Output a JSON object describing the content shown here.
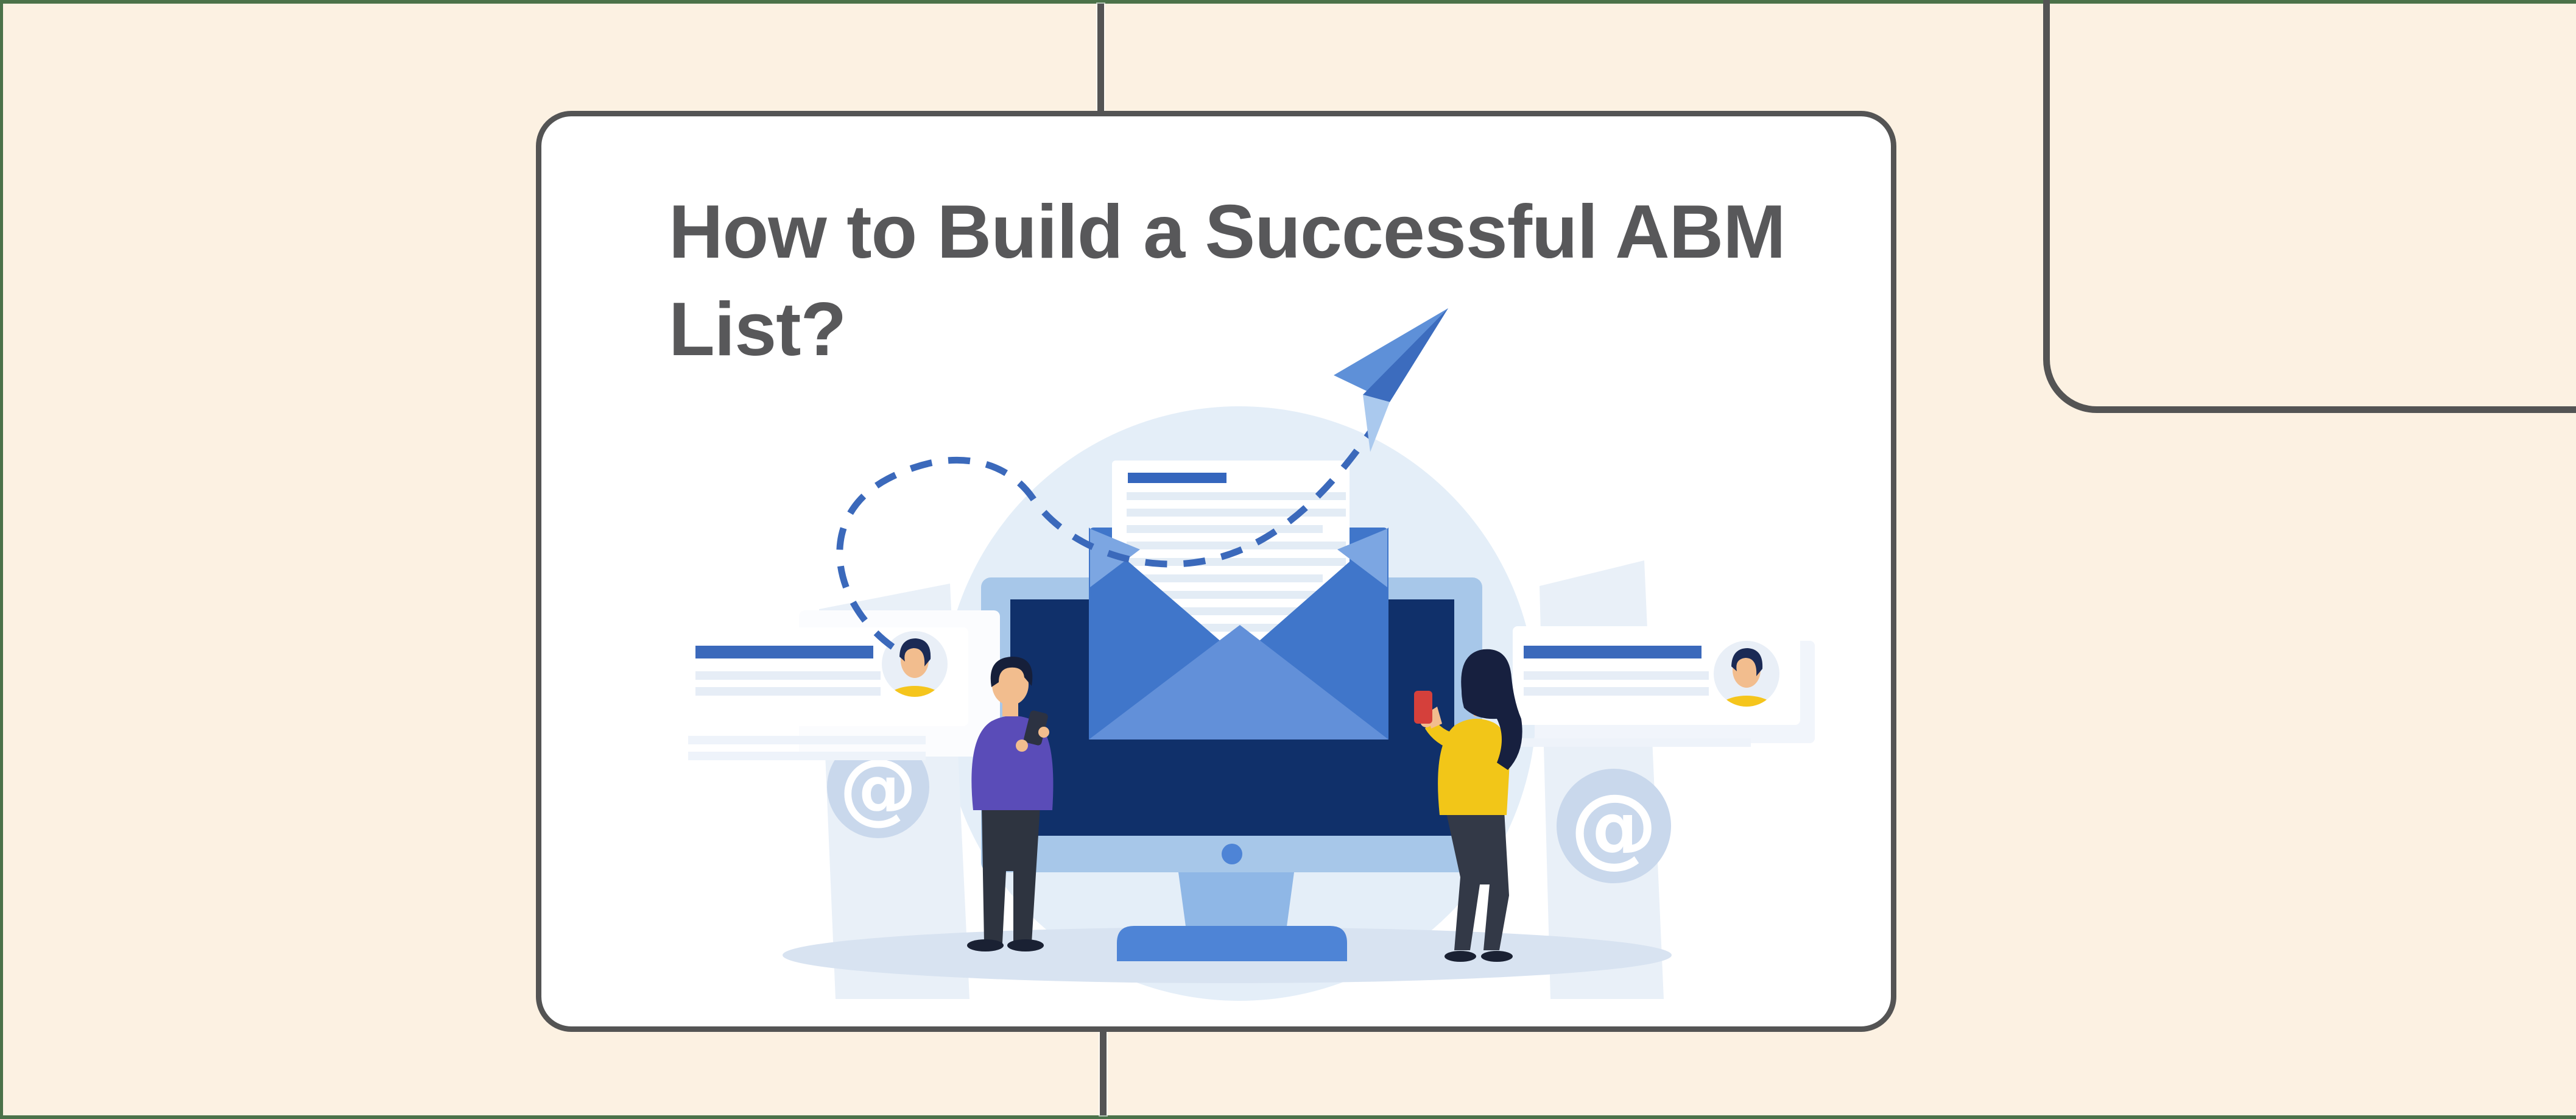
{
  "canvas": {
    "background": "#fcf1e2",
    "frame_border_color": "#4b7249",
    "connector_color": "#545454"
  },
  "card": {
    "title": "How to Build a Successful ABM List?",
    "title_line1": "How to Build a Successful ABM",
    "title_line2": "List?",
    "title_color": "#58585a",
    "background": "#ffffff",
    "border_color": "#545454"
  },
  "illustration": {
    "at_symbol": "@",
    "palette": {
      "background_circle": "#e4eef8",
      "ground_shadow": "#d8e3f1",
      "monitor_frame": "#a7c7e9",
      "monitor_screen": "#10306a",
      "monitor_base": "#4e84d6",
      "envelope": "#4076ca",
      "envelope_front": "#6290d9",
      "letter_header_blue": "#3566bd",
      "letter_line": "#e3ecf5",
      "accent_blue": "#3b69bb",
      "paper_plane": "#5e90d8",
      "contact_bar_blue": "#3b69bb",
      "at_circle": "#c9d8ec",
      "man_sweater": "#5a4cb8",
      "woman_top": "#f2c618",
      "phone_red": "#d5403b",
      "phone_dark": "#2c3242",
      "skin": "#f2bd8e",
      "hair_navy": "#17203f",
      "pants_dark": "#333947"
    }
  }
}
